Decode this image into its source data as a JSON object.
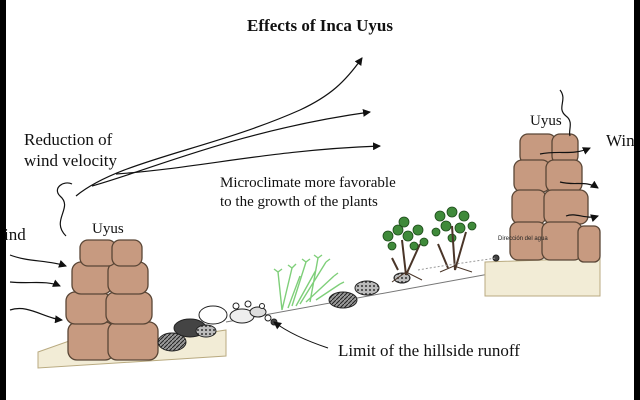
{
  "title": "Effects of Inca Uyus",
  "labels": {
    "wind_reduction": [
      "Reduction of",
      "wind velocity"
    ],
    "microclimate": [
      "Microclimate more favorable",
      "to the growth of the plants"
    ],
    "uyus_left": "Uyus",
    "uyus_right": "Uyus",
    "wind_left": "ind",
    "wind_right": "Win",
    "water_direction": "Dirección del agua",
    "runoff_limit": "Limit of the hillside runoff"
  },
  "colors": {
    "stone": "#c79a80",
    "stone_edge": "#5a4636",
    "ground": "#f2ecd6",
    "plant_leaf": "#3f8a3a",
    "light_plant": "#7fcf7a"
  }
}
